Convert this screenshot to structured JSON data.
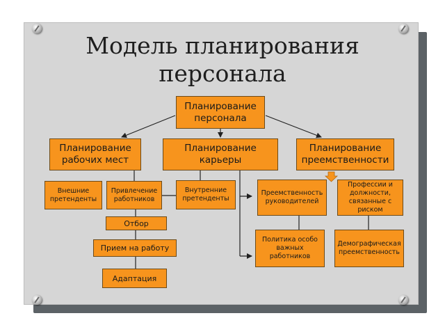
{
  "title": "Модель планирования\nперсонала",
  "nodes": {
    "root": "Планирование\nперсонала",
    "workplaces": "Планирование\nрабочих мест",
    "career": "Планирование\nкарьеры",
    "succession": "Планирование\nпреемственности",
    "external": "Внешние\nпретенденты",
    "attraction": "Привлечение\nработников",
    "internal": "Внутренние\nпретенденты",
    "selection": "Отбор",
    "hiring": "Прием на работу",
    "adaptation": "Адаптация",
    "leaders": "Преемственность\nруководителей",
    "professions": "Профессии и\nдолжности,\nсвязанные с\nриском",
    "policy": "Политика особо\nважных\nработников",
    "demographic": "Демографическая\nпреемственность"
  },
  "colors": {
    "box_fill": "#f7941d",
    "box_border": "#6b4a1a",
    "background": "#d6d6d6",
    "line": "#222222"
  }
}
